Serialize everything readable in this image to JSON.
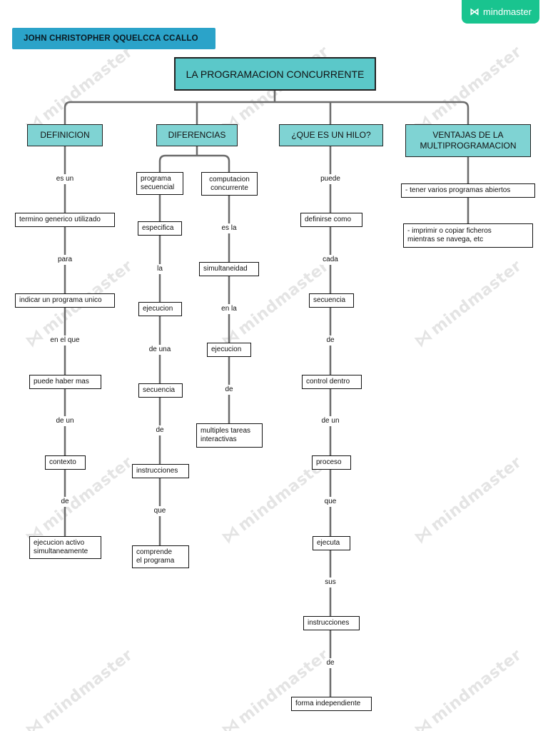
{
  "brand": {
    "name": "mindmaster",
    "icon": "mindmaster-logo-icon"
  },
  "author": "JOHN CHRISTOPHER QQUELCCA CCALLO",
  "root_topic": "LA PROGRAMACION CONCURRENTE",
  "watermark": "mindmaster",
  "colors": {
    "root": "#5bc8c9",
    "topic": "#7fd3d3",
    "author_bar": "#2ba3c9",
    "brand": "#19c48f",
    "connector": "#6b6b6b"
  },
  "branches": {
    "definicion": {
      "title": "DEFINICION",
      "nodes": [
        "termino generico utilizado",
        "indicar un programa unico",
        "puede haber mas",
        "contexto",
        "ejecucion activo\nsimultaneamente"
      ],
      "links": [
        "es un",
        "para",
        "en el que",
        "de un",
        "de"
      ]
    },
    "diferencias": {
      "title": "DIFERENCIAS",
      "secuencial": {
        "title": "programa\nsecuencial",
        "nodes": [
          "especifica",
          "ejecucion",
          "secuencia",
          "instrucciones",
          "comprende\nel programa"
        ],
        "links": [
          "la",
          "de una",
          "de",
          "que"
        ]
      },
      "concurrente": {
        "title": "computacion\nconcurrente",
        "nodes": [
          "simultaneidad",
          "ejecucion",
          "multiples tareas\ninteractivas"
        ],
        "links": [
          "es la",
          "en la",
          "de"
        ]
      }
    },
    "hilo": {
      "title": "¿QUE ES UN HILO?",
      "nodes": [
        "definirse como",
        "secuencia",
        "control dentro",
        "proceso",
        "ejecuta",
        "instrucciones",
        "forma independiente"
      ],
      "links": [
        "puede",
        "cada",
        "de",
        "de un",
        "que",
        "sus",
        "de"
      ]
    },
    "ventajas": {
      "title": "VENTAJAS DE LA\nMULTIPROGRAMACION",
      "nodes": [
        "- tener varios programas abiertos",
        "- imprimir o copiar ficheros\nmientras se navega, etc"
      ]
    }
  }
}
